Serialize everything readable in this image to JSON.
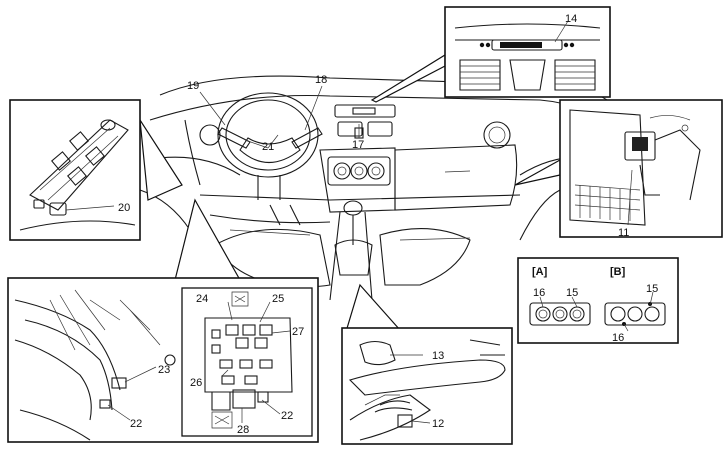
{
  "diagram": {
    "callouts": {
      "c11": "11",
      "c12": "12",
      "c13": "13",
      "c14": "14",
      "c15a": "15",
      "c15b": "15",
      "c16a": "16",
      "c16b": "16",
      "c17": "17",
      "c18": "18",
      "c19": "19",
      "c20": "20",
      "c21": "21",
      "c22a": "22",
      "c22b": "22",
      "c23": "23",
      "c24": "24",
      "c25": "25",
      "c26": "26",
      "c27": "27",
      "c28": "28"
    },
    "variant_labels": {
      "a": "[A]",
      "b": "[B]"
    }
  }
}
